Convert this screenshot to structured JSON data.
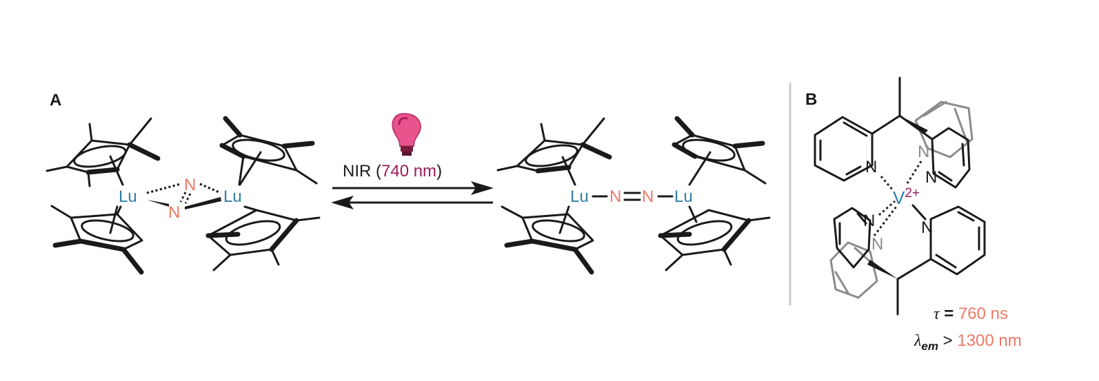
{
  "panel_a": {
    "label": "A",
    "left_complex": {
      "metal_1": "Lu",
      "metal_2": "Lu",
      "nitrogen_1": "N",
      "nitrogen_2": "N"
    },
    "right_complex": {
      "metal_1": "Lu",
      "metal_2": "Lu",
      "nitrogen_1": "N",
      "nitrogen_2": "N",
      "bond_minus_1": "–",
      "bond_double": "=",
      "bond_minus_2": "–"
    },
    "arrow": {
      "prefix": "NIR (",
      "value": "740 nm",
      "suffix": ")"
    },
    "icon": "lightbulb-icon"
  },
  "panel_b": {
    "label": "B",
    "metal": "V",
    "charge": "2+",
    "nitrogens": [
      "N",
      "N",
      "N",
      "N",
      "N",
      "N"
    ],
    "lifetime": {
      "symbol": "τ",
      "eq": " = ",
      "value": "760 ns"
    },
    "emission": {
      "symbol": "λ",
      "subscript": "em",
      "op": " > ",
      "value": "1300 nm"
    }
  },
  "colors": {
    "metal": "#2f7fa3",
    "nitrogen": "#ef7866",
    "highlight": "#9b1b57",
    "bulb": "#e8558c",
    "divider": "#c8c8c8"
  }
}
